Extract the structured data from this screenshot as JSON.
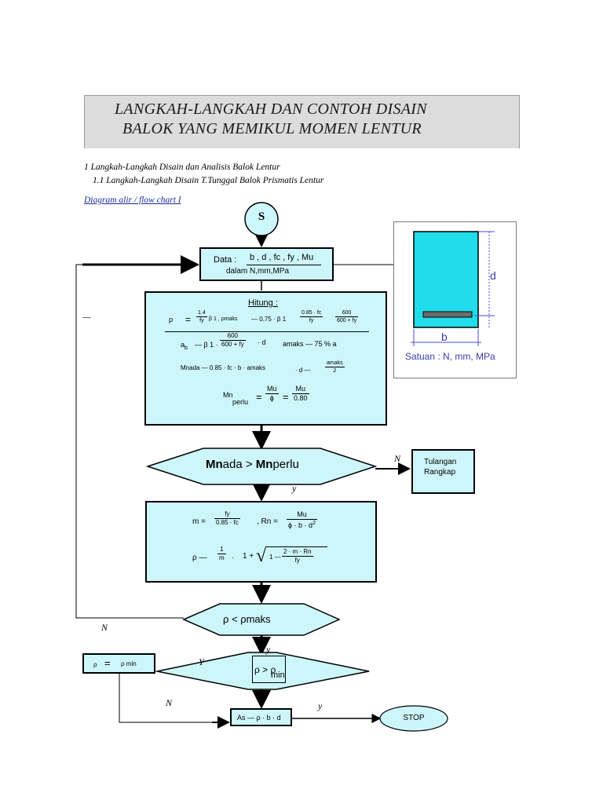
{
  "title": {
    "line1": "LANGKAH-LANGKAH DAN CONTOH DISAIN",
    "line2": "BALOK YANG MEMIKUL MOMEN LENTUR"
  },
  "headings": {
    "h1": "1   Langkah-Langkah Disain dan Analisis Balok Lentur",
    "h2": "1.1   Langkah-Langkah Disain T.Tunggal Balok Prismatis Lentur",
    "diagram_link": "Diagram alir / flow chart I"
  },
  "flow": {
    "start": "S",
    "data_box": {
      "label": "Data :",
      "vars": "b , d , fc , fy , Mu",
      "units": "dalam N,mm,MPa"
    },
    "hitung": {
      "title": "Hitung :",
      "rho": "ρ",
      "eq": "=",
      "rho_num": "1.4",
      "rho_den": "fy",
      "beta_pmaks": "β 1 , ρmaks",
      "dash075": "— 0.75 · β 1",
      "f1_num": "0.85 · fc",
      "f1_den": "fy",
      "f2_num": "600",
      "f2_den": "600 + fy",
      "ab": "a",
      "ab_sub": "b",
      "ab_beta": "— β 1 ·",
      "ab_num": "600",
      "ab_den": "600 + fy",
      "ab_d": "· d",
      "amaks": "amaks  — 75 % a",
      "mnada": "Mnada  — 0.85 · fc · b · amaks",
      "dmin": "·  d —",
      "dm_num": "amaks",
      "dm_den": "2",
      "mn": "Mn",
      "mn_sub": "perlu",
      "mn_num1": "Mu",
      "mn_den1": "ϕ",
      "mn_num2": "Mu",
      "mn_den2": "0.80"
    },
    "decision1": {
      "a": "Mn",
      "b": "ada > ",
      "c": "Mn",
      "d": "perlu"
    },
    "tulangan": {
      "line1": "Tulangan",
      "line2": "Rangkap"
    },
    "calc2": {
      "m": "m =",
      "m_num": "fy",
      "m_den": "0.85 · fc",
      "rn": ", Rn =",
      "rn_num": "Mu",
      "rn_den": "ϕ · b · d",
      "rn_sup": "2",
      "rho": "ρ —",
      "r_num": "1",
      "r_den": "m",
      "r_dot": "·",
      "one_plus": "1 +",
      "sq_lead": "1 —",
      "sq_num": "2 · m · Rn",
      "sq_den": "fy"
    },
    "decision2": "ρ  <  ρmaks",
    "decision3": {
      "main": "ρ > ρ",
      "sub": "min"
    },
    "pmin_box": {
      "left": "ρ",
      "eq": "=",
      "right": "ρ min"
    },
    "as_box": "As  —  ρ · b · d",
    "stop": "STOP",
    "labels": {
      "n1": "N",
      "y1": "y",
      "n2": "N",
      "y2": "y",
      "Y3": "Y",
      "n3": "N",
      "y3": "y",
      "dash": "—"
    }
  },
  "section": {
    "d": "d",
    "b": "b",
    "caption": "Satuan : N, mm, MPa"
  },
  "colors": {
    "box_fill": "#cdf6fa",
    "section_fill": "#21dcea",
    "caption": "#3a3ab0",
    "title_bg": "#dcdcdc"
  }
}
